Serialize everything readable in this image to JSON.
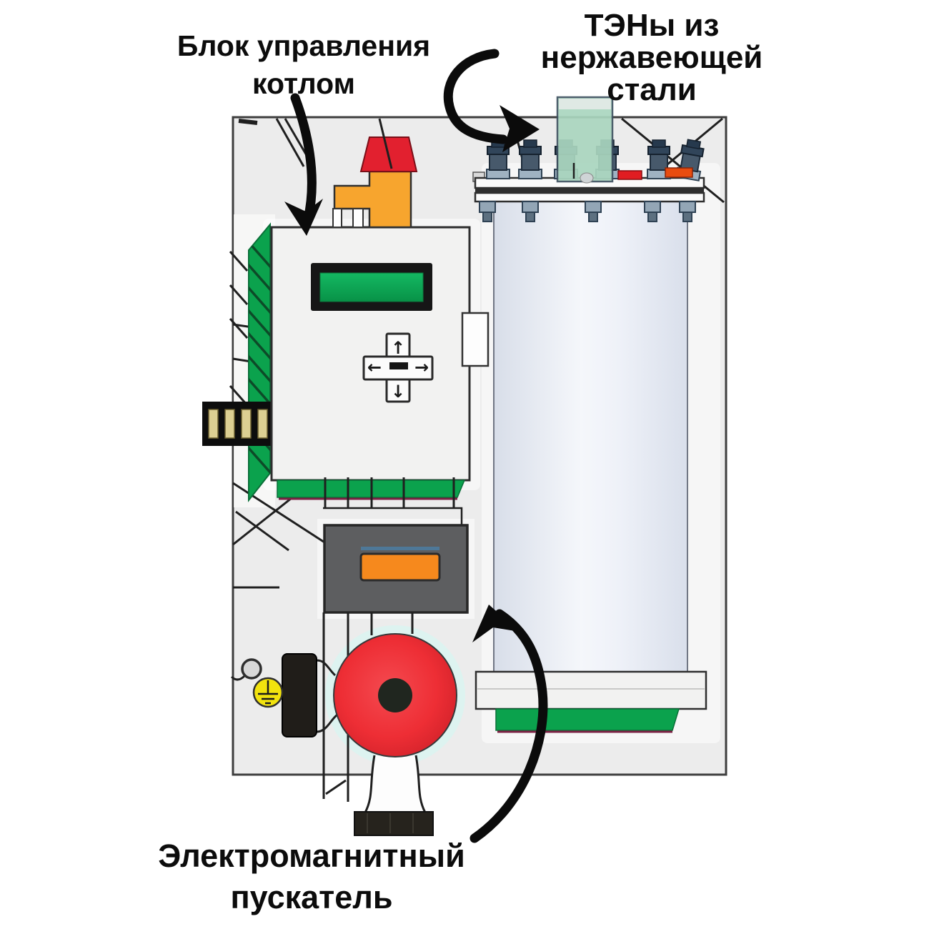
{
  "labels": {
    "control_unit": {
      "lines": [
        "Блок управления",
        "котлом"
      ]
    },
    "heating_elements": {
      "lines": [
        "ТЭНы из",
        "нержавеющей",
        "стали"
      ]
    },
    "magnetic_starter": {
      "lines": [
        "Электромагнитный",
        "пускатель"
      ]
    }
  },
  "keypad": {
    "up": "↑",
    "down": "↓",
    "left": "←",
    "right": "→"
  },
  "colors": {
    "panel_gray": "#ececec",
    "pcb_green": "#0ba24d",
    "display_green": "#0aa550",
    "pump_red": "#ee3137",
    "pipe_orange": "#f7a52e",
    "cap_red": "#e2202f",
    "button_orange": "#f6891d",
    "ground_yellow": "#f2e30e",
    "tank_fill": "#e9edf5",
    "contactor_gray": "#5d5e60",
    "wire_black": "#1f1f1f",
    "arrow_black": "#0b0b0b"
  }
}
